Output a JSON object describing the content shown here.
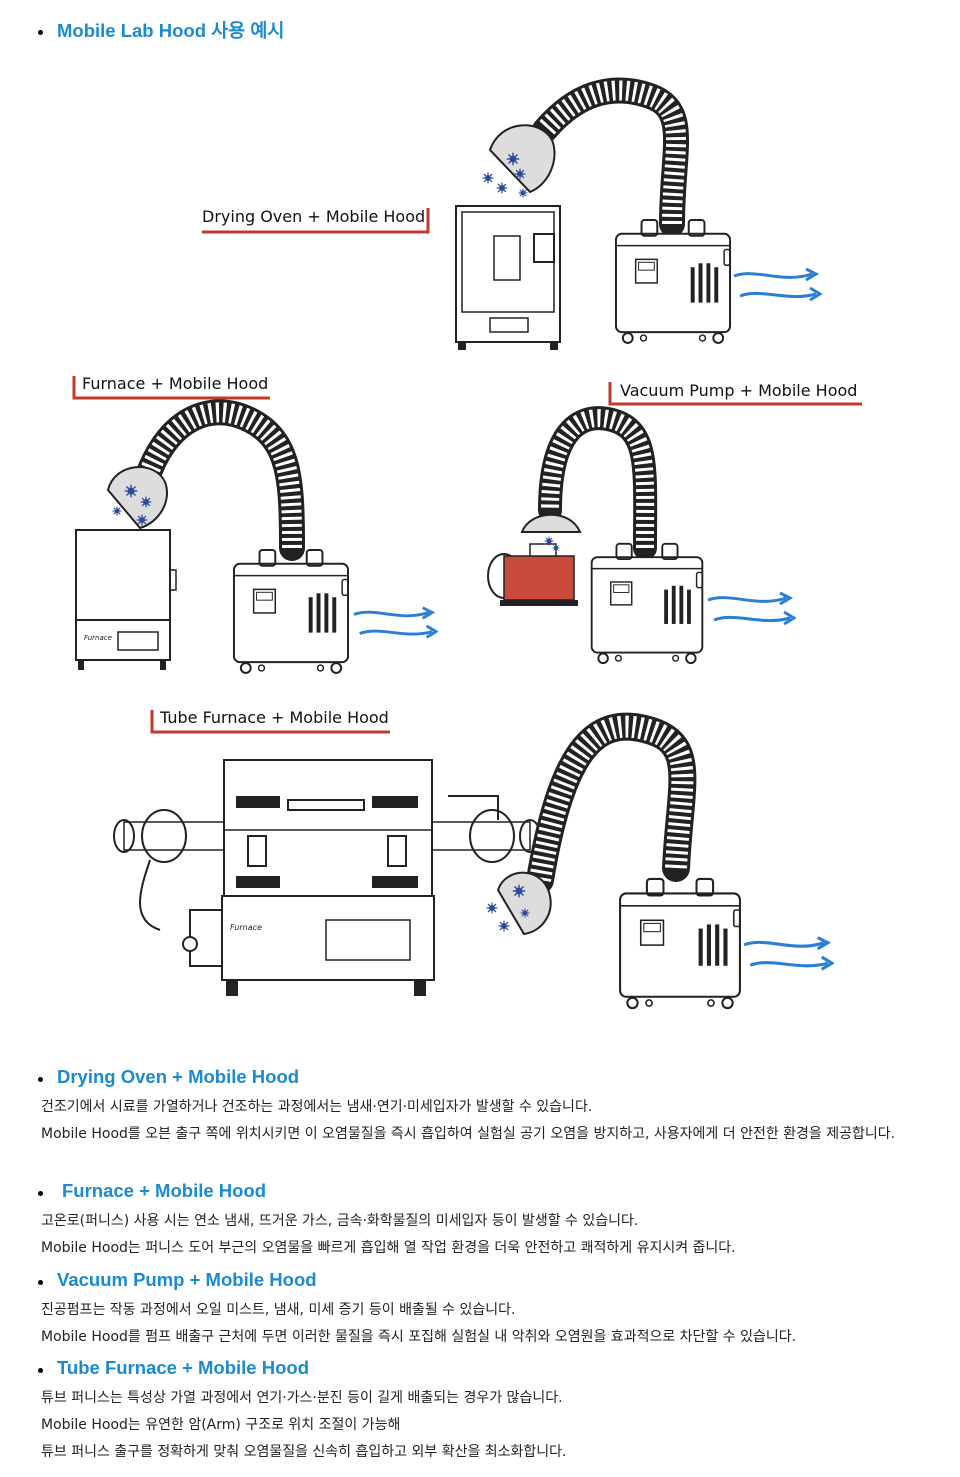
{
  "title": "Mobile Lab Hood 사용 예시",
  "illustration": {
    "labels": {
      "drying_oven": "Drying Oven + Mobile Hood",
      "furnace": "Furnace + Mobile Hood",
      "vacuum_pump": "Vacuum Pump + Mobile Hood",
      "tube_furnace": "Tube Furnace + Mobile Hood"
    },
    "brand_text": "Furnace",
    "accent_color": "#c0392b"
  },
  "sections": [
    {
      "heading": "Drying Oven + Mobile Hood",
      "lines": [
        "건조기에서 시료를 가열하거나 건조하는 과정에서는 냄새·연기·미세입자가 발생할 수 있습니다.",
        "Mobile Hood를 오븐 출구 쪽에 위치시키면 이 오염물질을 즉시 흡입하여 실험실 공기 오염을 방지하고, 사용자에게 더 안전한 환경을 제공합니다."
      ]
    },
    {
      "heading": "Furnace + Mobile Hood",
      "lines": [
        "고온로(퍼니스) 사용 시는 연소 냄새, 뜨거운 가스, 금속·화학물질의 미세입자 등이 발생할 수 있습니다.",
        "Mobile Hood는 퍼니스 도어 부근의 오염물을 빠르게 흡입해 열 작업 환경을 더욱 안전하고 쾌적하게 유지시켜 줍니다."
      ]
    },
    {
      "heading": "Vacuum Pump + Mobile Hood",
      "lines": [
        "진공펌프는 작동 과정에서 오일 미스트, 냄새, 미세 증기 등이 배출될 수 있습니다.",
        "Mobile Hood를 펌프 배출구 근처에 두면 이러한 물질을 즉시 포집해 실험실 내 악취와 오염원을 효과적으로 차단할 수 있습니다."
      ]
    },
    {
      "heading": "Tube Furnace + Mobile Hood",
      "lines": [
        "튜브 퍼니스는 특성상 가열 과정에서 연기·가스·분진 등이 길게 배출되는 경우가 많습니다.",
        "Mobile Hood는 유연한 암(Arm) 구조로 위치 조절이 가능해",
        "튜브 퍼니스 출구를 정확하게 맞춰 오염물질을 신속히 흡입하고 외부 확산을 최소화합니다."
      ]
    }
  ]
}
